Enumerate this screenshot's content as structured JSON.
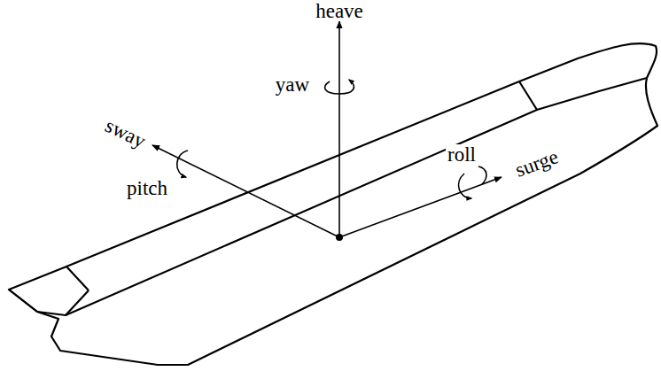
{
  "diagram": {
    "labels": [
      "heave",
      "yaw",
      "sway",
      "pitch",
      "roll",
      "surge"
    ]
  }
}
